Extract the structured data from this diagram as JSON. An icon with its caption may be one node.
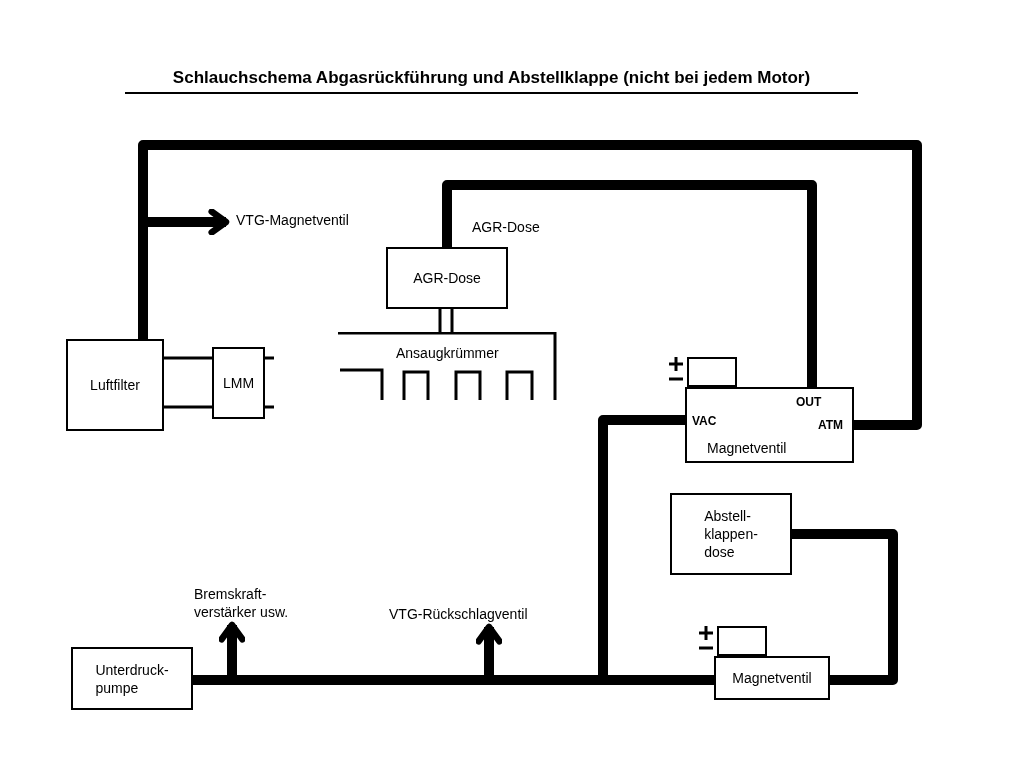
{
  "diagram": {
    "title": "Schlauchschema Abgasrückführung und Abstellklappe (nicht bei jedem Motor)",
    "nodes": [
      {
        "text": [
          "VTG-Magnetventil"
        ]
      },
      {
        "text": [
          "AGR-Dose"
        ],
        "beside": [
          "AGR-Dose"
        ]
      },
      {
        "text": [
          "Ansaugkrümmer"
        ]
      },
      {
        "text": [
          "Luftfilter"
        ]
      },
      {
        "text": [
          "LMM"
        ]
      },
      {
        "text": [
          "OUT",
          "VAC",
          "ATM",
          "Magnetventil"
        ]
      },
      {
        "text": [
          "Abstell- klappen- dose"
        ]
      },
      {
        "text": [
          "Bremskraft- verstärker usw."
        ]
      },
      {
        "text": [
          "VTG-Rückschlagventil"
        ]
      },
      {
        "text": [
          "Unterdruck- pumpe"
        ]
      },
      {
        "text": [
          "Magnetventil"
        ]
      }
    ],
    "edges": [
      {
        "from": 3,
        "to": 5,
        "arrow": "none"
      },
      {
        "from": 3,
        "to": 0,
        "arrow": "to"
      },
      {
        "from": 1,
        "to": 5,
        "arrow": "none"
      },
      {
        "from": 1,
        "to": 2,
        "arrow": "none"
      },
      {
        "from": 3,
        "to": 4,
        "arrow": "none"
      },
      {
        "from": 4,
        "to": null,
        "arrow": "none"
      },
      {
        "from": 9,
        "to": 7,
        "arrow": "to"
      },
      {
        "from": 9,
        "to": 8,
        "arrow": "to"
      },
      {
        "from": 9,
        "to": 5,
        "arrow": "none"
      },
      {
        "from": 9,
        "to": 10,
        "arrow": "none"
      },
      {
        "from": 10,
        "to": 6,
        "arrow": "none"
      }
    ]
  }
}
